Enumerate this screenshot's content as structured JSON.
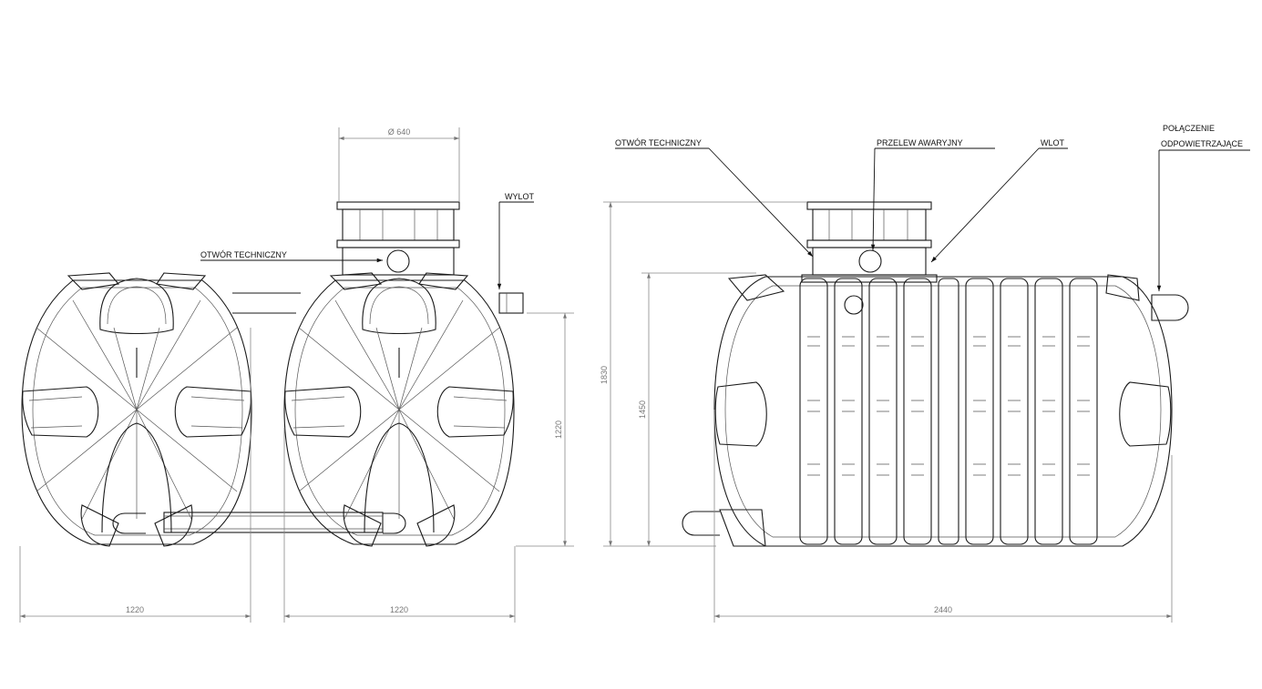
{
  "labels": {
    "wylot": "WYLOT",
    "otwor_left": "OTWÓR TECHNICZNY",
    "otwor_right": "OTWÓR TECHNICZNY",
    "przelew": "PRZELEW AWARYJNY",
    "wlot": "WLOT",
    "polaczenie_1": "POŁĄCZENIE",
    "polaczenie_2": "ODPOWIETRZAJĄCE"
  },
  "dimensions": {
    "d640": "Ø 640",
    "w1220_a": "1220",
    "w1220_b": "1220",
    "h1220": "1220",
    "h1830": "1830",
    "h1450": "1450",
    "w2440": "2440"
  },
  "colors": {
    "line": "#1a1a1a",
    "dimension": "#888888",
    "background": "#ffffff"
  }
}
